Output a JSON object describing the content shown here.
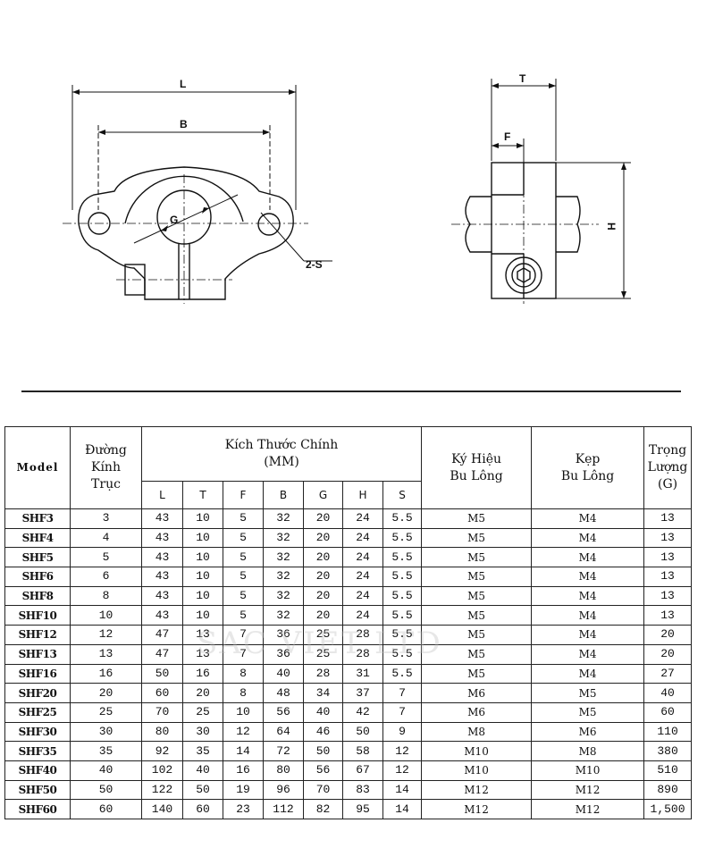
{
  "drawing": {
    "front_labels": {
      "L": "L",
      "B": "B",
      "G": "G",
      "S": "2-S"
    },
    "side_labels": {
      "T": "T",
      "F": "F",
      "H": "H"
    }
  },
  "table": {
    "headers": {
      "model": "Model",
      "shaft_diameter": [
        "Đường",
        "Kính",
        "Trục"
      ],
      "main_dims": [
        "Kích Thước Chính",
        "(MM)"
      ],
      "dim_cols": [
        "L",
        "T",
        "F",
        "B",
        "G",
        "H",
        "S"
      ],
      "bolt": [
        "Ký Hiệu",
        "Bu Lông"
      ],
      "clamp": [
        "Kẹp",
        "Bu Lông"
      ],
      "weight": [
        "Trọng",
        "Lượng",
        "(G)"
      ]
    },
    "rows": [
      [
        "SHF3",
        "3",
        "43",
        "10",
        "5",
        "32",
        "20",
        "24",
        "5.5",
        "M5",
        "M4",
        "13"
      ],
      [
        "SHF4",
        "4",
        "43",
        "10",
        "5",
        "32",
        "20",
        "24",
        "5.5",
        "M5",
        "M4",
        "13"
      ],
      [
        "SHF5",
        "5",
        "43",
        "10",
        "5",
        "32",
        "20",
        "24",
        "5.5",
        "M5",
        "M4",
        "13"
      ],
      [
        "SHF6",
        "6",
        "43",
        "10",
        "5",
        "32",
        "20",
        "24",
        "5.5",
        "M5",
        "M4",
        "13"
      ],
      [
        "SHF8",
        "8",
        "43",
        "10",
        "5",
        "32",
        "20",
        "24",
        "5.5",
        "M5",
        "M4",
        "13"
      ],
      [
        "SHF10",
        "10",
        "43",
        "10",
        "5",
        "32",
        "20",
        "24",
        "5.5",
        "M5",
        "M4",
        "13"
      ],
      [
        "SHF12",
        "12",
        "47",
        "13",
        "7",
        "36",
        "25",
        "28",
        "5.5",
        "M5",
        "M4",
        "20"
      ],
      [
        "SHF13",
        "13",
        "47",
        "13",
        "7",
        "36",
        "25",
        "28",
        "5.5",
        "M5",
        "M4",
        "20"
      ],
      [
        "SHF16",
        "16",
        "50",
        "16",
        "8",
        "40",
        "28",
        "31",
        "5.5",
        "M5",
        "M4",
        "27"
      ],
      [
        "SHF20",
        "20",
        "60",
        "20",
        "8",
        "48",
        "34",
        "37",
        "7",
        "M6",
        "M5",
        "40"
      ],
      [
        "SHF25",
        "25",
        "70",
        "25",
        "10",
        "56",
        "40",
        "42",
        "7",
        "M6",
        "M5",
        "60"
      ],
      [
        "SHF30",
        "30",
        "80",
        "30",
        "12",
        "64",
        "46",
        "50",
        "9",
        "M8",
        "M6",
        "110"
      ],
      [
        "SHF35",
        "35",
        "92",
        "35",
        "14",
        "72",
        "50",
        "58",
        "12",
        "M10",
        "M8",
        "380"
      ],
      [
        "SHF40",
        "40",
        "102",
        "40",
        "16",
        "80",
        "56",
        "67",
        "12",
        "M10",
        "M10",
        "510"
      ],
      [
        "SHF50",
        "50",
        "122",
        "50",
        "19",
        "96",
        "70",
        "83",
        "14",
        "M12",
        "M12",
        "890"
      ],
      [
        "SHF60",
        "60",
        "140",
        "60",
        "23",
        "112",
        "82",
        "95",
        "14",
        "M12",
        "M12",
        "1,500"
      ]
    ]
  },
  "watermark": "SAC VIET LTD"
}
